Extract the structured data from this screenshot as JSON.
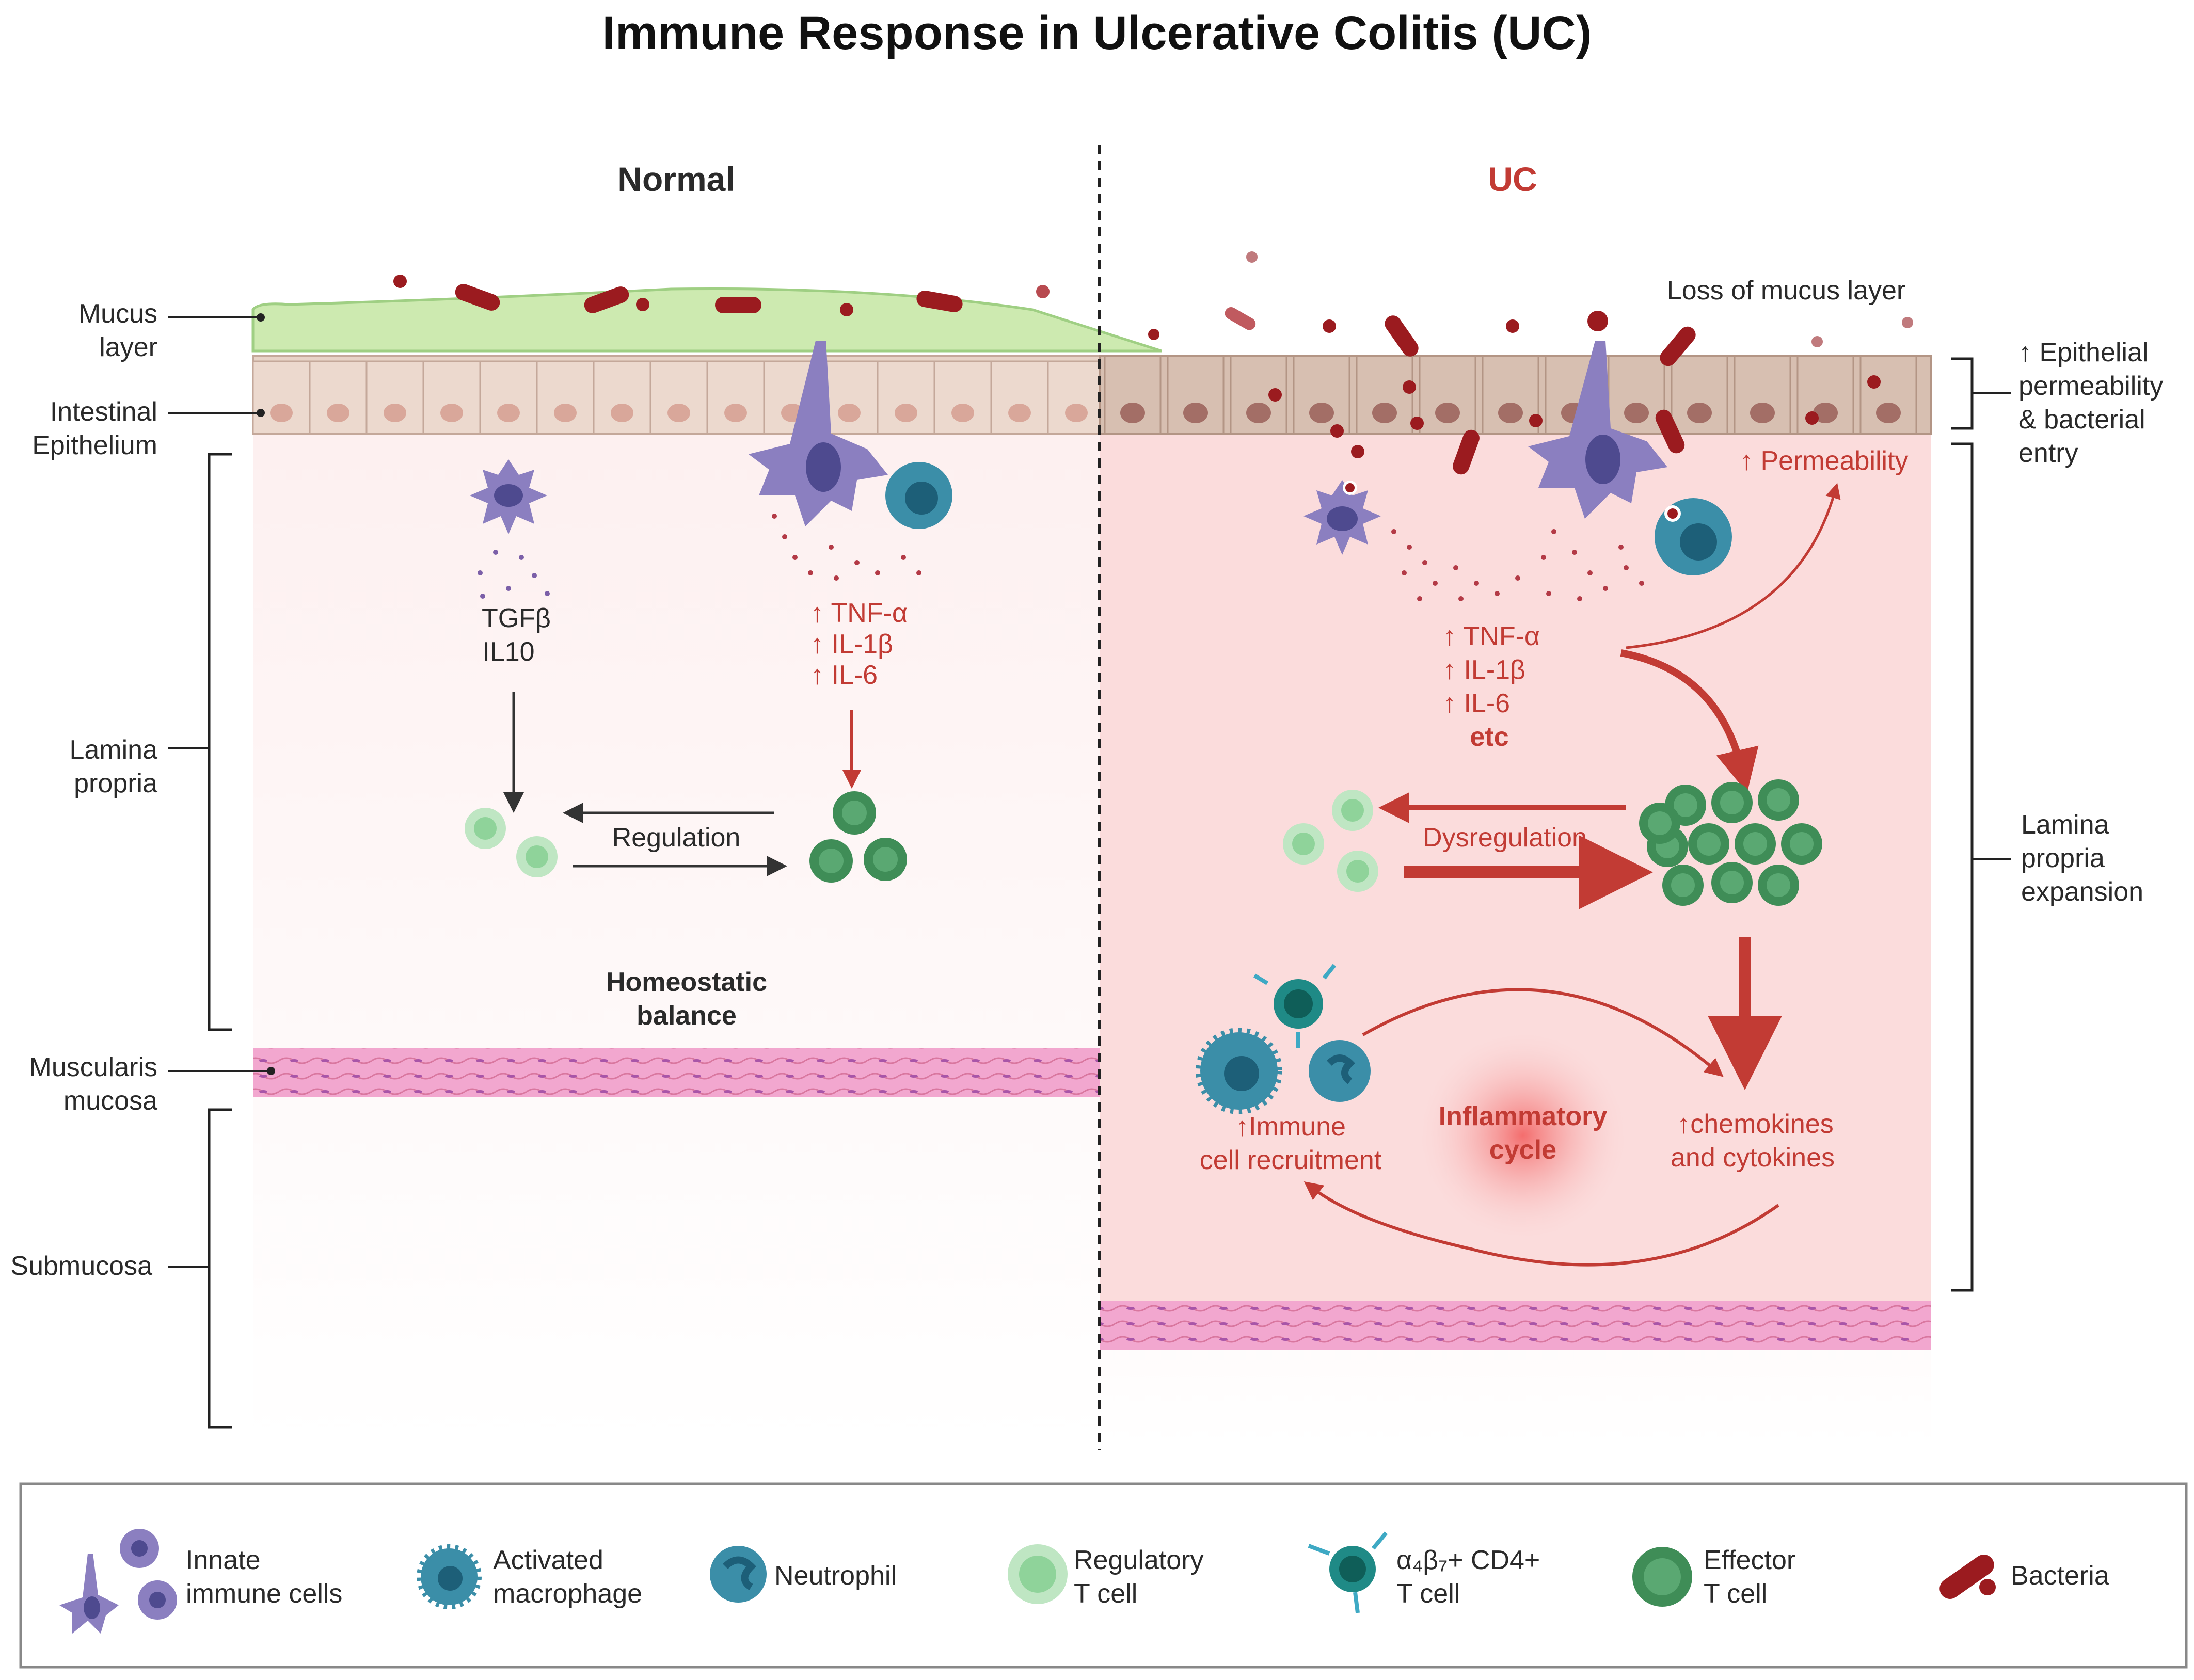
{
  "title": "Immune Response in Ulcerative Colitis (UC)",
  "panels": {
    "normal": "Normal",
    "uc": "UC"
  },
  "left_labels": {
    "mucus_1": "Mucus",
    "mucus_2": "layer",
    "epi_1": "Intestinal",
    "epi_2": "Epithelium",
    "lp_1": "Lamina",
    "lp_2": "propria",
    "mm_1": "Muscularis",
    "mm_2": "mucosa",
    "sub": "Submucosa"
  },
  "right_labels": {
    "perm_1": "↑ Epithelial",
    "perm_2": "permeability",
    "perm_3": "& bacterial",
    "perm_4": "entry",
    "exp_1": "Lamina",
    "exp_2": "propria",
    "exp_3": "expansion"
  },
  "normal": {
    "cyt_a1": "TGFβ",
    "cyt_a2": "IL10",
    "cyt_b1": "↑ TNF-α",
    "cyt_b2": "↑ IL-1β",
    "cyt_b3": "↑ IL-6",
    "regulation": "Regulation",
    "balance_1": "Homeostatic",
    "balance_2": "balance"
  },
  "uc": {
    "loss_mucus": "Loss of mucus layer",
    "permeability": "↑ Permeability",
    "cyt_1": "↑ TNF-α",
    "cyt_2": "↑ IL-1β",
    "cyt_3": "↑ IL-6",
    "cyt_4": "etc",
    "dysregulation": "Dysregulation",
    "recruit_1": "↑Immune",
    "recruit_2": "cell recruitment",
    "cycle_1": "Inflammatory",
    "cycle_2": "cycle",
    "chemo_1": "↑chemokines",
    "chemo_2": "and cytokines"
  },
  "legend": {
    "innate_1": "Innate",
    "innate_2": "immune cells",
    "macro_1": "Activated",
    "macro_2": "macrophage",
    "neutrophil": "Neutrophil",
    "treg_1": "Regulatory",
    "treg_2": "T cell",
    "a4b7_1": "α₄β₇+ CD4+",
    "a4b7_2": "T cell",
    "effector_1": "Effector",
    "effector_2": "T cell",
    "bacteria": "Bacteria"
  },
  "colors": {
    "mucus": "#cdeab0",
    "epithelium": "#e8d3c7",
    "uc_tissue": "#fbdcdc",
    "normal_tissue": "#fdf0f0",
    "muscle": "#f2a7cf",
    "bacteria": "#9b1b1f",
    "innate": "#8b7fc0",
    "macrophage": "#3b8ea8",
    "treg": "#8fd39a",
    "effector": "#3f8d57",
    "accent_red": "#c23b34"
  }
}
